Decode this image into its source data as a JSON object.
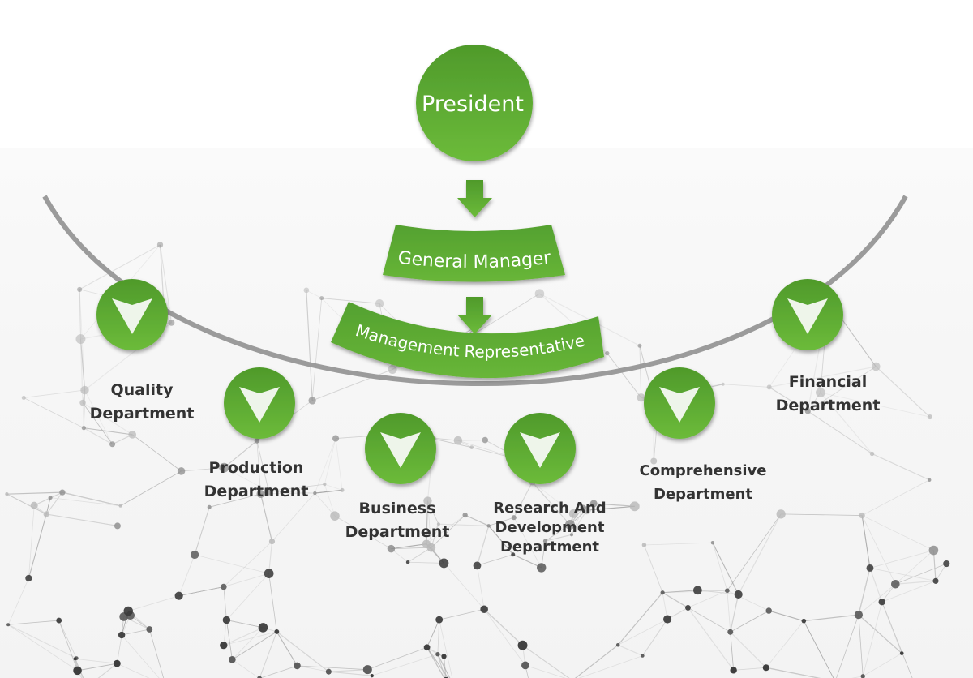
{
  "diagram": {
    "title": "Organization Structure",
    "top": {
      "president": "President",
      "general_manager": "General Manager",
      "management_representative": "Management Representative"
    },
    "departments": [
      {
        "line1": "Quality",
        "line2": "Department"
      },
      {
        "line1": "Production",
        "line2": "Department"
      },
      {
        "line1": "Business",
        "line2": "Department"
      },
      {
        "line1": "Research And",
        "line2": "Development",
        "line3": "Department"
      },
      {
        "line1": "Comprehensive",
        "line2": "Department"
      },
      {
        "line1": "Financial",
        "line2": "Department"
      }
    ],
    "icons": {
      "flow_arrow": "down-arrow-icon",
      "department_marker": "down-triangle-icon",
      "background": "network-mesh"
    },
    "colors": {
      "green_dark": "#4e9a2c",
      "green_light": "#6cba3a",
      "arc": "#9a9a9a",
      "text": "#333333",
      "node_white": "#eef6ea"
    }
  }
}
